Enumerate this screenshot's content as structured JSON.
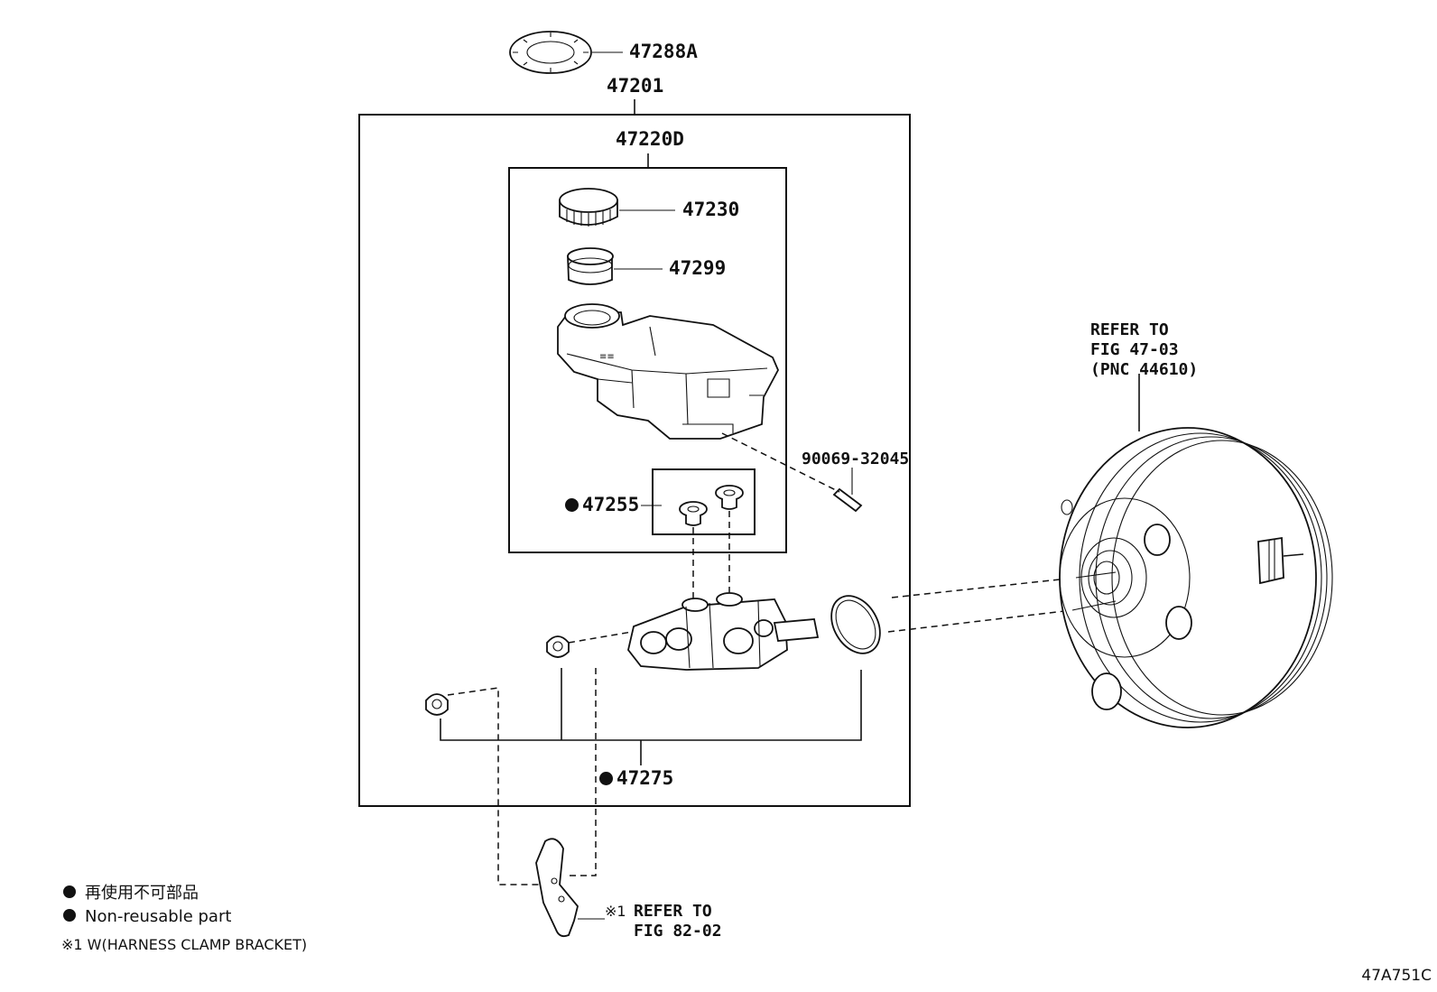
{
  "diagram": {
    "part_labels": {
      "gasket": "47288A",
      "assembly": "47201",
      "reservoir_sub_assy": "47220D",
      "cap": "47230",
      "strainer": "47299",
      "grommet": "47255",
      "pin": "90069-32045",
      "gasket_kit": "47275"
    },
    "refer_booster": "REFER TO\nFIG 47-03\n(PNC 44610)",
    "refer_bracket_mark": "※1",
    "refer_bracket": "REFER TO\nFIG 82-02",
    "legend": {
      "non_reusable_jp": "再使用不可部品",
      "non_reusable_en": "Non-reusable part",
      "note1": "※1 W(HARNESS CLAMP BRACKET)"
    },
    "figure_id": "47A751C"
  }
}
